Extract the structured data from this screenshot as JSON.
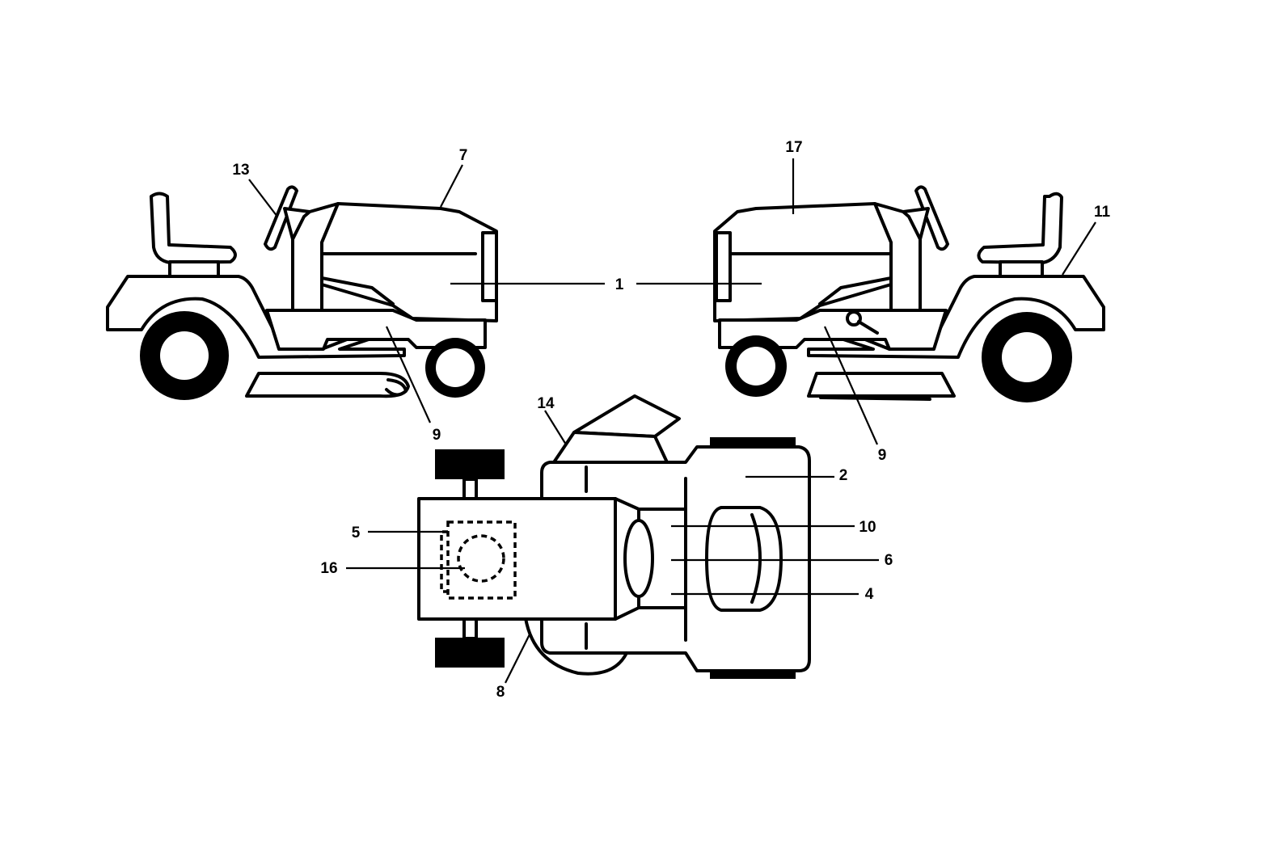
{
  "callouts": {
    "c1": "1",
    "c2": "2",
    "c4": "4",
    "c5": "5",
    "c6": "6",
    "c7": "7",
    "c8": "8",
    "c9_left": "9",
    "c9_right": "9",
    "c10": "10",
    "c11": "11",
    "c13": "13",
    "c14": "14",
    "c16": "16",
    "c17": "17"
  }
}
